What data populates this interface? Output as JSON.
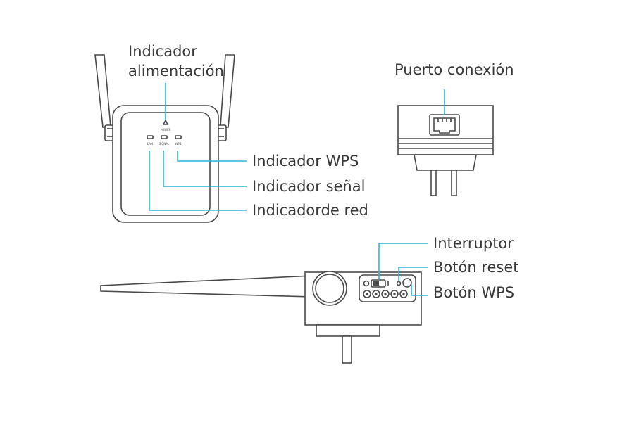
{
  "labels": {
    "power_indicator_line1": "Indicador",
    "power_indicator_line2": "alimentación",
    "wps_indicator": "Indicador WPS",
    "signal_indicator": "Indicador señal",
    "network_indicator": "Indicadorde red",
    "connection_port": "Puerto conexión",
    "switch": "Interruptor",
    "reset_button": "Botón reset",
    "wps_button": "Botón WPS"
  },
  "device_marks": {
    "power": "POWER",
    "lan": "LAN",
    "signal": "SIGNAL",
    "wps": "WPS"
  },
  "colors": {
    "leader_line": "#2bb4d8",
    "outline": "#4a4a4a",
    "text": "#3a3a3a"
  }
}
